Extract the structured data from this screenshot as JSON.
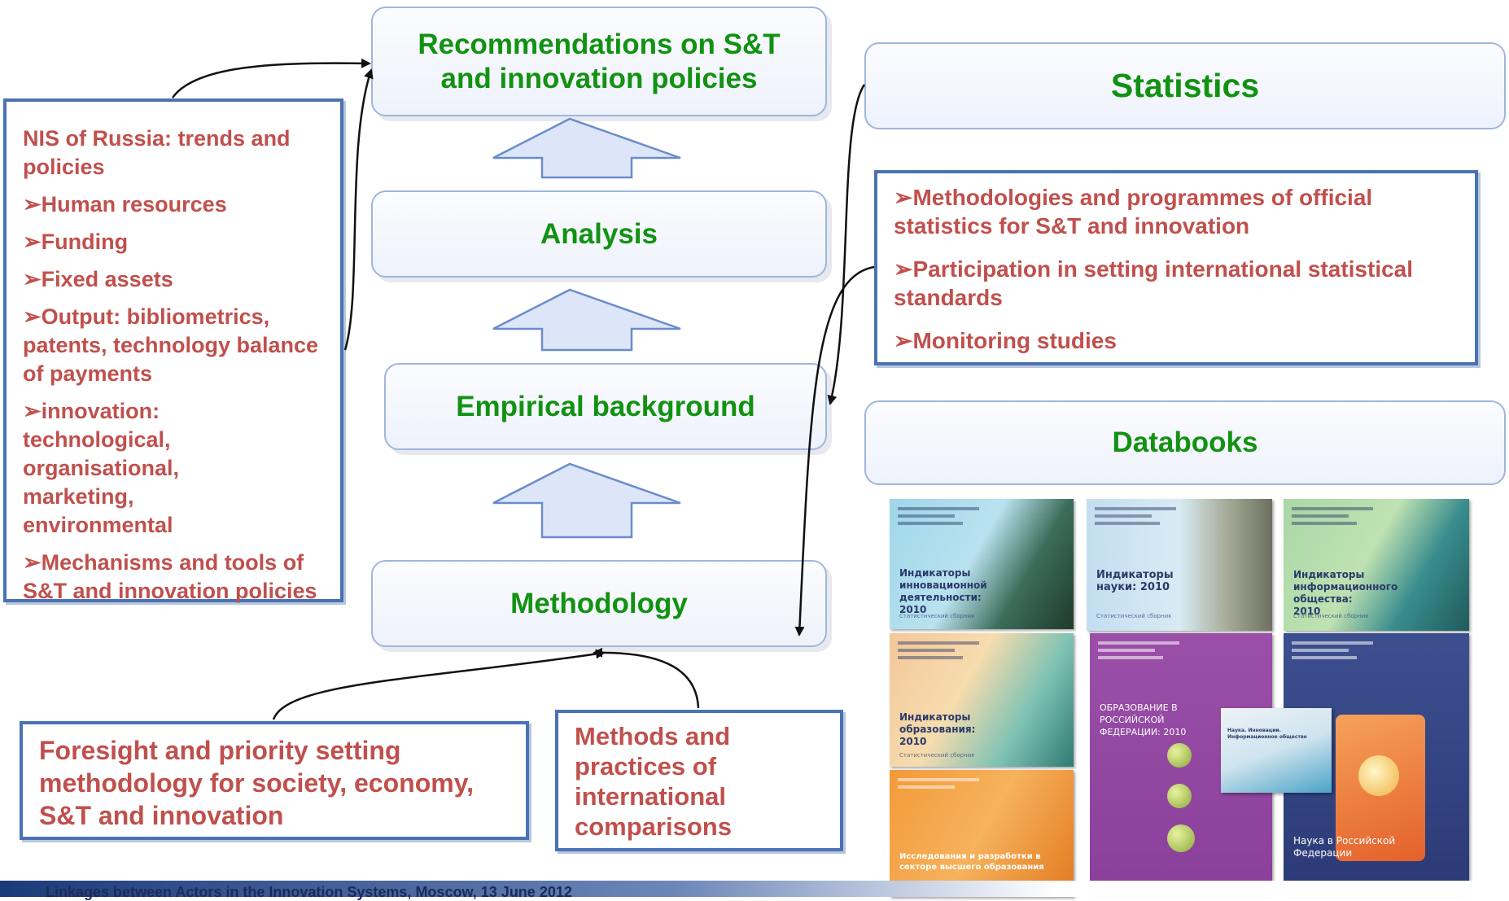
{
  "center": {
    "recommendations": "Recommendations on S&T and innovation policies",
    "analysis": "Analysis",
    "empirical": "Empirical background",
    "methodology": "Methodology"
  },
  "left_panel": {
    "heading": "NIS of Russia: trends and policies",
    "items": [
      "Human  resources",
      "Funding",
      "Fixed assets",
      "Output: bibliometrics, patents, technology balance of payments",
      "innovation: technological, organisational, marketing, environmental",
      "Mechanisms and tools of S&T and innovation policies"
    ]
  },
  "right": {
    "statistics_title": "Statistics",
    "statistics_items": [
      "Methodologies and programmes of official statistics for S&T and innovation",
      "Participation in setting international statistical standards",
      "Monitoring studies"
    ],
    "databooks_title": "Databooks"
  },
  "bottom": {
    "foresight": "Foresight and priority setting methodology for society, economy, S&T and innovation",
    "methods": "Methods and practices of international comparisons"
  },
  "bullet_glyph": "➢",
  "covers": [
    {
      "title": "Индикаторы инновационной деятельности: 2010",
      "sub": "Статистический сборник"
    },
    {
      "title": "Индикаторы науки: 2010",
      "sub": "Статистический сборник"
    },
    {
      "title": "Индикаторы информационного общества: 2010",
      "sub": "Статистический сборник"
    },
    {
      "title": "Индикаторы образования: 2010",
      "sub": "Статистический сборник"
    },
    {
      "title": "ОБРАЗОВАНИЕ В РОССИЙСКОЙ ФЕДЕРАЦИИ: 2010",
      "sub": ""
    },
    {
      "title": "Наука в Российской Федерации",
      "sub": ""
    },
    {
      "title": "Исследования и разработки в секторе высшего образования",
      "sub": ""
    },
    {
      "title": "Наука. Инновации. Информационное общество",
      "sub": ""
    }
  ],
  "footer": "Linkages between Actors in the Innovation Systems, Moscow, 13 June 2012",
  "colors": {
    "green": "#129212",
    "red_text": "#c0504d",
    "panel_border": "#4a72b4",
    "arrow_fill": "#dde6f8",
    "arrow_stroke": "#6a8ccc"
  }
}
